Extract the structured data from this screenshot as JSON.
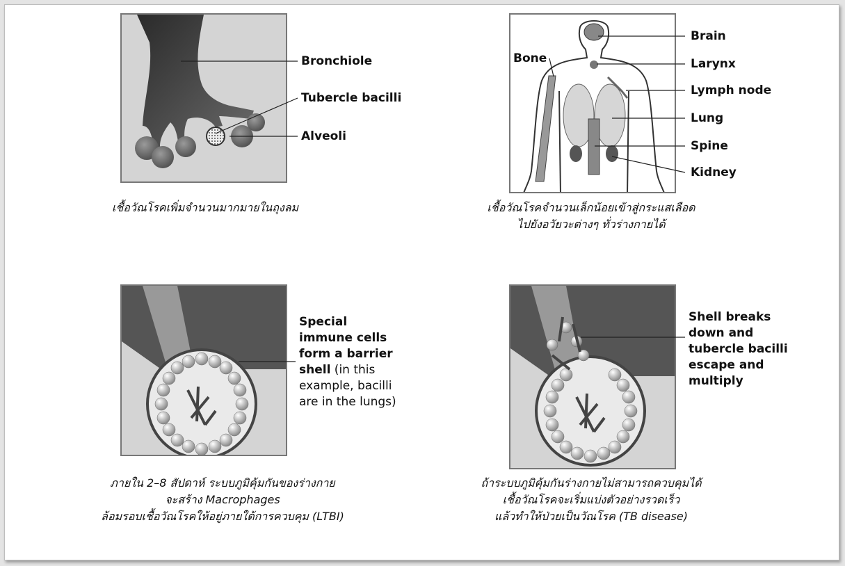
{
  "panel1": {
    "labels": {
      "bronchiole": "Bronchiole",
      "tubercle": "Tubercle bacilli",
      "alveoli": "Alveoli"
    },
    "caption": [
      "เชื้อวัณโรคเพิ่มจำนวนมากมายในถุงลม"
    ]
  },
  "panel2": {
    "labels": {
      "brain": "Brain",
      "bone": "Bone",
      "larynx": "Larynx",
      "lymph": "Lymph node",
      "lung": "Lung",
      "spine": "Spine",
      "kidney": "Kidney"
    },
    "caption": [
      "เชื้อวัณโรคจำนวนเล็กน้อยเข้าสู่กระแสเลือด",
      "ไปยังอวัยวะต่างๆ ทั่วร่างกายได้"
    ]
  },
  "panel3": {
    "text_bold": "Special immune cells form a barrier shell",
    "text_normal": " (in this example, bacilli are in the lungs)",
    "caption": [
      "ภายใน 2–8 สัปดาห์ ระบบภูมิคุ้มกันของร่างกาย",
      "จะสร้าง Macrophages",
      "ล้อมรอบเชื้อวัณโรคให้อยู่ภายใต้การควบคุม (LTBI)"
    ]
  },
  "panel4": {
    "text_bold": "Shell breaks down and tubercle bacilli escape and multiply",
    "caption": [
      "ถ้าระบบภูมิคุ้มกันร่างกายไม่สามารถควบคุมได้",
      "เชื้อวัณโรคจะเริ่มแบ่งตัวอย่างรวดเร็ว",
      "แล้วทำให้ป่วยเป็นวัณโรค (TB disease)"
    ]
  }
}
